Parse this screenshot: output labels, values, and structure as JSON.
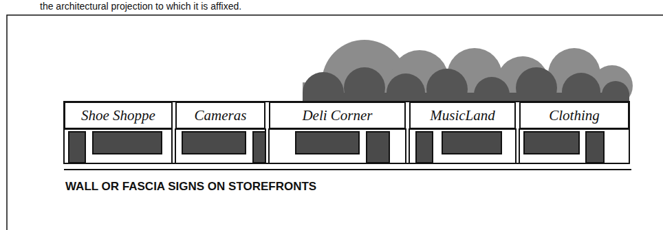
{
  "diagram": {
    "caption": "WALL OR FASCIA SIGNS ON STOREFRONTS",
    "nodes": [
      {
        "text": [
          "Shoe Shoppe"
        ]
      },
      {
        "text": [
          "Cameras"
        ]
      },
      {
        "text": [
          "Deli Corner"
        ]
      },
      {
        "text": [
          "MusicLand"
        ]
      },
      {
        "text": [
          "Clothing"
        ]
      }
    ],
    "labels": [
      "the architectural projection to which it is affixed."
    ]
  }
}
